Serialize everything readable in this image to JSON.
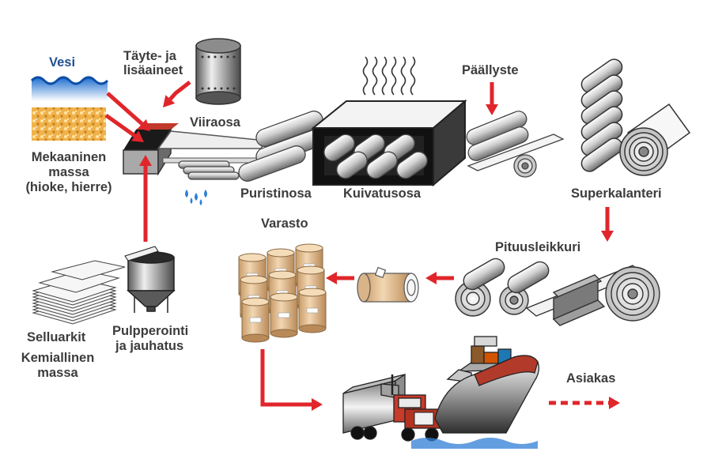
{
  "labels": {
    "vesi": "Vesi",
    "tayte_line1": "Täyte- ja",
    "tayte_line2": "lisäaineet",
    "viiraosa": "Viiraosa",
    "paallyste": "Päällyste",
    "mekaaninen_line1": "Mekaaninen",
    "mekaaninen_line2": "massa",
    "mekaaninen_line3": "(hioke, hierre)",
    "puristinosa": "Puristinosa",
    "kuivatusosa": "Kuivatusosa",
    "superkalanteri": "Superkalanteri",
    "varasto": "Varasto",
    "pituusleikkuri": "Pituusleikkuri",
    "selluarkit": "Selluarkit",
    "kemiallinen_line1": "Kemiallinen",
    "kemiallinen_line2": "massa",
    "pulpperointi_line1": "Pulpperointi",
    "pulpperointi_line2": "ja jauhatus",
    "asiakas": "Asiakas"
  },
  "colors": {
    "arrow": "#e0262b",
    "label_text": "#3c3c3c",
    "label_blue": "#1f4f8f",
    "water": "#2f7fd6",
    "pulp": "#e9a640",
    "roll_fill": "#d9d9d9",
    "stock_roll": "#e3bf93",
    "truck_red": "#c83a2a",
    "ship_hull": "#4a4a4a"
  }
}
